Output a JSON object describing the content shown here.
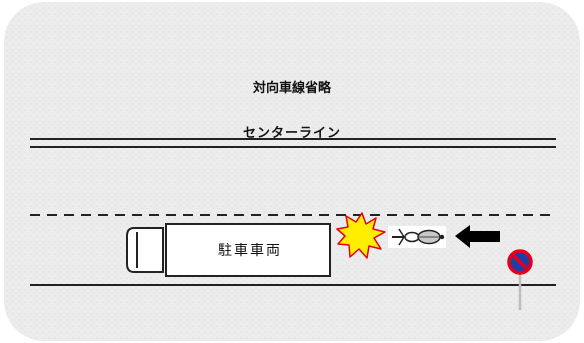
{
  "labels": {
    "oncoming_lane": "対向車線省略",
    "center_line": "センターライン",
    "parked_vehicle": "駐車車両"
  },
  "icons": [
    "no-parking-sign-icon",
    "collision-burst-icon",
    "motorcycle-icon",
    "direction-arrow-icon"
  ],
  "colors": {
    "road": "#ededed",
    "sign_red": "#e3001b",
    "sign_blue": "#1f3ea8",
    "burst_fill": "#ffee00",
    "burst_stroke": "#e60012",
    "line": "#222222"
  }
}
